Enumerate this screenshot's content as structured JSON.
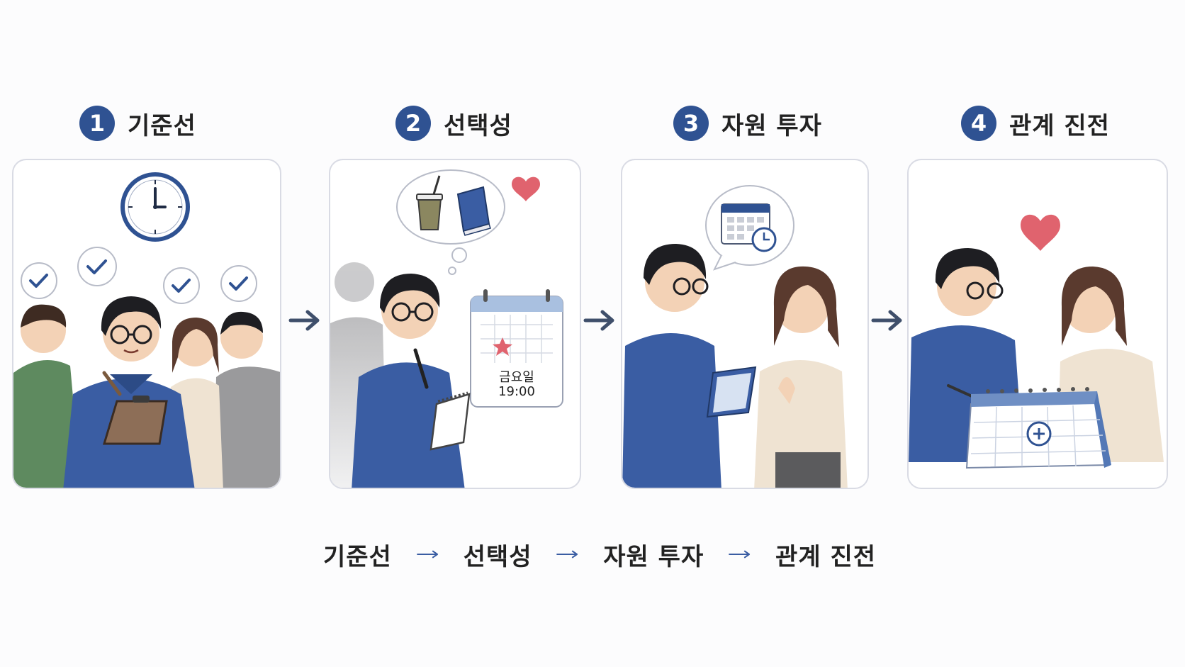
{
  "steps": [
    {
      "number": "1",
      "title": "기준선"
    },
    {
      "number": "2",
      "title": "선택성"
    },
    {
      "number": "3",
      "title": "자원 투자"
    },
    {
      "number": "4",
      "title": "관계 진전"
    }
  ],
  "calendar_panel2": {
    "day": "금요일",
    "time": "19:00"
  },
  "flow": [
    "기준선",
    "선택성",
    "자원 투자",
    "관계 진전"
  ],
  "colors": {
    "accent": "#2f5292",
    "shirt": "#3a5da3",
    "heart": "#e0636e",
    "arrow": "#3f4f6b"
  }
}
